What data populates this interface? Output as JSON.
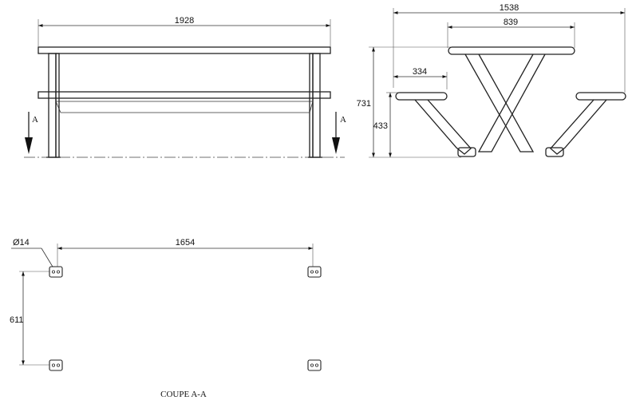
{
  "front_view": {
    "overall_length": "1928",
    "section_marker_left": "A",
    "section_marker_right": "A"
  },
  "side_view": {
    "overall_width": "1538",
    "table_top_width": "839",
    "seat_width": "334",
    "table_height": "731",
    "seat_height": "433"
  },
  "section_view": {
    "hole_diameter": "Ø14",
    "hole_spacing_length": "1654",
    "hole_spacing_width": "611",
    "caption": "COUPE A-A"
  }
}
